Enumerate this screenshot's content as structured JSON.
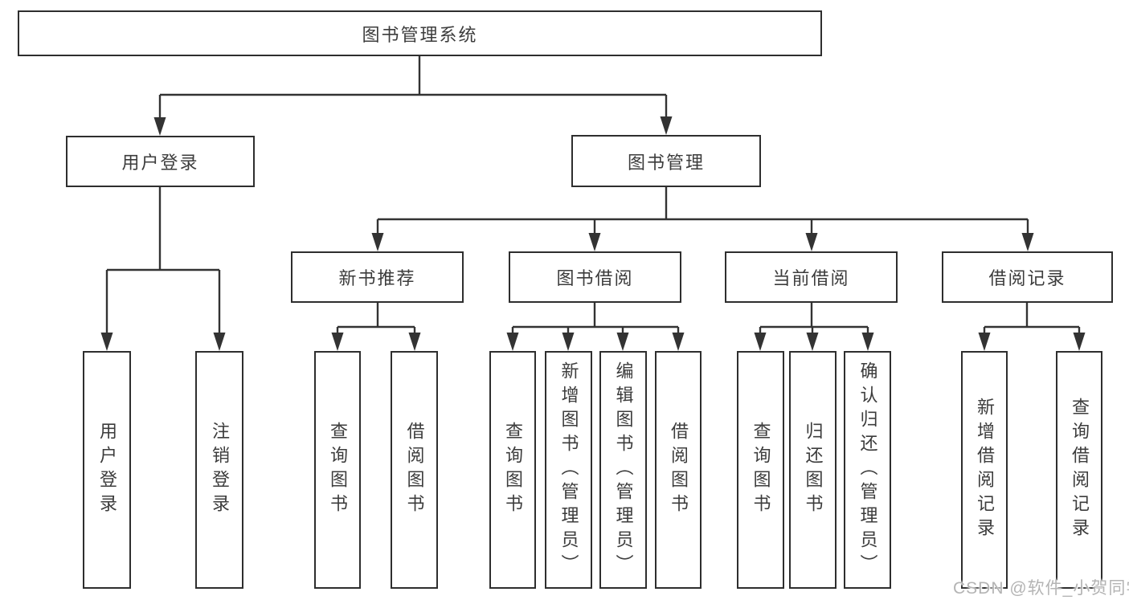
{
  "colors": {
    "line": "#333333",
    "border": "#2e2e2e",
    "box_bg": "#ffffff",
    "text": "#3c3c3c",
    "watermark": "#b4b4b4",
    "background": "#ffffff"
  },
  "watermark": "CSDN @软件_小贺同学",
  "tree": {
    "label": "图书管理系统",
    "children": [
      {
        "label": "用户登录",
        "children": [
          {
            "label": "用户登录"
          },
          {
            "label": "注销登录"
          }
        ]
      },
      {
        "label": "图书管理",
        "children": [
          {
            "label": "新书推荐",
            "children": [
              {
                "label": "查询图书"
              },
              {
                "label": "借阅图书"
              }
            ]
          },
          {
            "label": "图书借阅",
            "children": [
              {
                "label": "查询图书"
              },
              {
                "label": "新增图书（管理员）"
              },
              {
                "label": "编辑图书（管理员）"
              },
              {
                "label": "借阅图书"
              }
            ]
          },
          {
            "label": "当前借阅",
            "children": [
              {
                "label": "查询图书"
              },
              {
                "label": "归还图书"
              },
              {
                "label": "确认归还（管理员）"
              }
            ]
          },
          {
            "label": "借阅记录",
            "children": [
              {
                "label": "新增借阅记录"
              },
              {
                "label": "查询借阅记录"
              }
            ]
          }
        ]
      }
    ]
  }
}
